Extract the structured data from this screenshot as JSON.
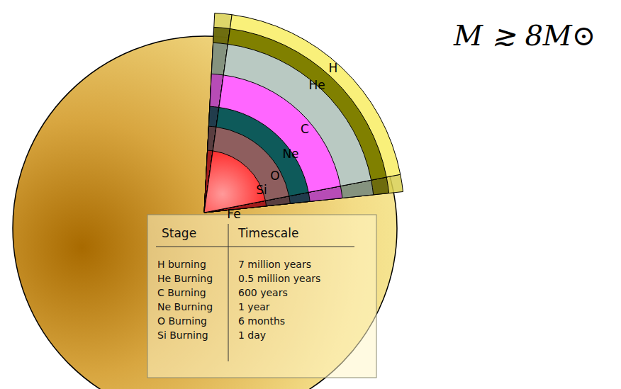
{
  "diagram": {
    "labels": [
      "M ≳ 8M⊙",
      "H",
      "He",
      "C",
      "Ne",
      "O",
      "Si",
      "Fe",
      "Stage",
      "Timescale",
      "H burning",
      "7 million years",
      "He Burning",
      "0.5 million years",
      "C Burning",
      "600 years",
      "Ne Burning",
      "1 year",
      "O Burning",
      "6 months",
      "Si Burning",
      "1 day"
    ]
  }
}
